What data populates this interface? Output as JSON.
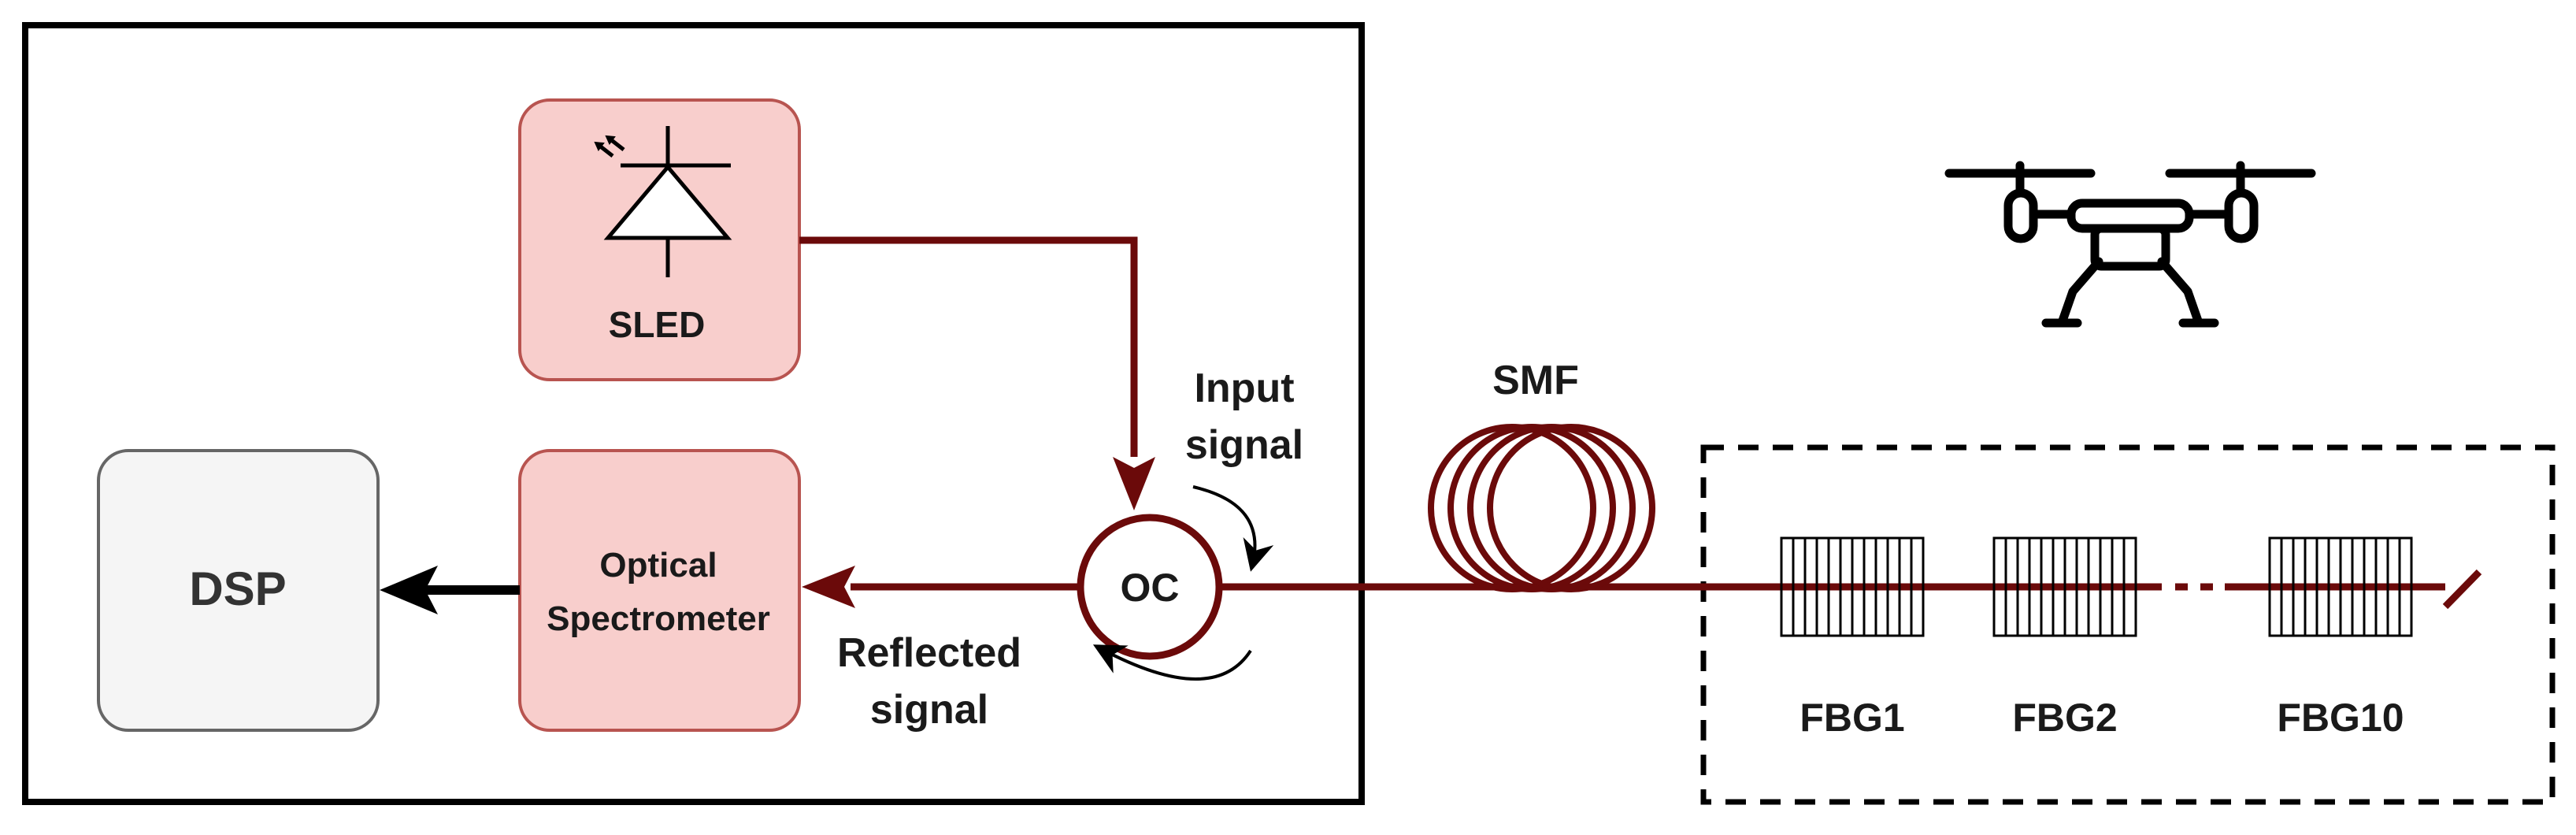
{
  "labels": {
    "sled": "SLED",
    "dsp": "DSP",
    "spectrometer_line1": "Optical",
    "spectrometer_line2": "Spectrometer",
    "oc": "OC",
    "input_line1": "Input",
    "input_line2": "signal",
    "reflected_line1": "Reflected",
    "reflected_line2": "signal",
    "smf": "SMF",
    "fbg1": "FBG1",
    "fbg2": "FBG2",
    "fbg10": "FBG10"
  },
  "colors": {
    "fiber": "#6b0a0a",
    "component_fill": "#f8cecc",
    "component_stroke": "#b85450",
    "dsp_fill": "#f5f5f5",
    "dsp_stroke": "#666666",
    "outline": "#000000"
  },
  "icons": {
    "drone": "drone-icon",
    "diode": "sled-diode-icon"
  }
}
